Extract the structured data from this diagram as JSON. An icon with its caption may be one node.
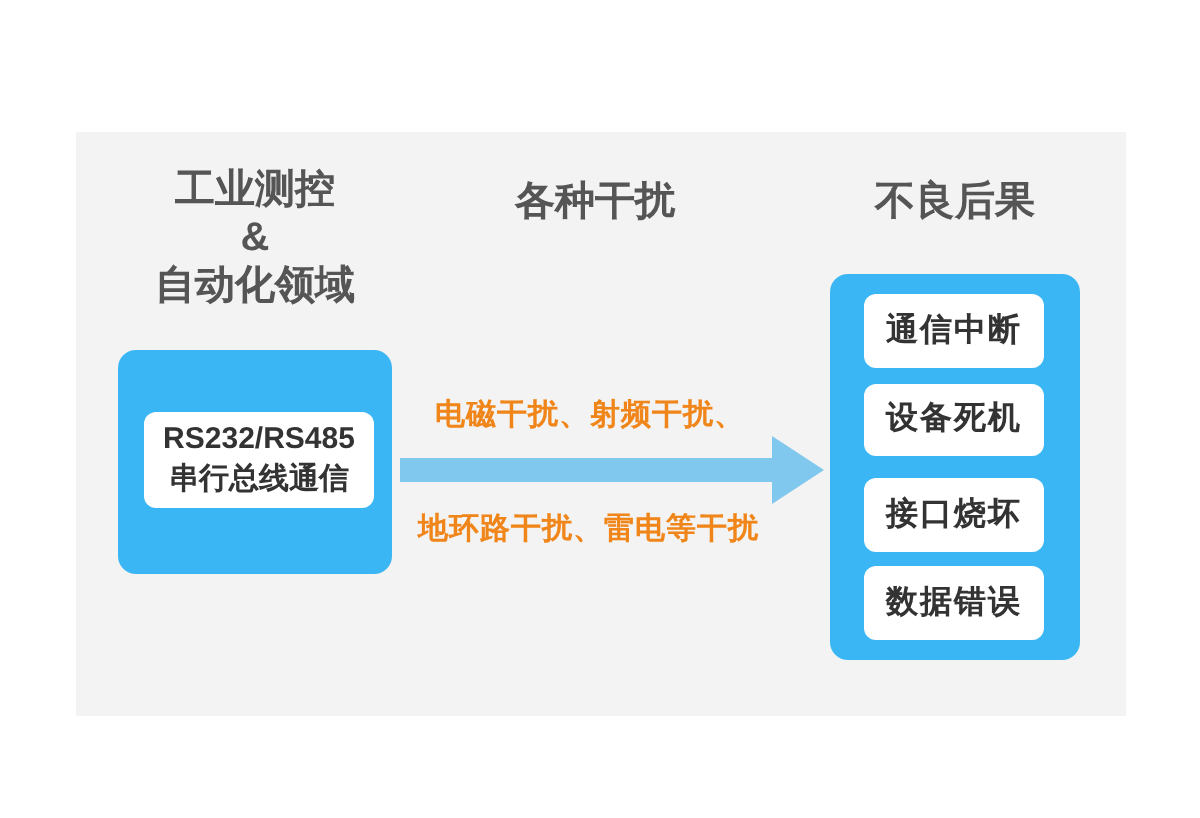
{
  "diagram": {
    "nodes": [
      {
        "text": [
          "工业测控 & 自动化领域"
        ]
      },
      {
        "text": [
          "RS232/RS485 串行总线通信"
        ],
        "in": 0
      },
      {
        "text": [
          "不良后果"
        ]
      },
      {
        "text": [
          "通信中断"
        ],
        "in": 2
      },
      {
        "text": [
          "设备死机"
        ],
        "in": 2
      },
      {
        "text": [
          "接口烧坏"
        ],
        "in": 2
      },
      {
        "text": [
          "数据错误"
        ],
        "in": 2
      }
    ],
    "edges": [
      {
        "from": 0,
        "to": 2,
        "arrow": "to",
        "label": "电磁干扰、射频干扰、"
      }
    ],
    "labels": [
      "各种干扰",
      "地环路干扰、雷电等干扰"
    ]
  }
}
